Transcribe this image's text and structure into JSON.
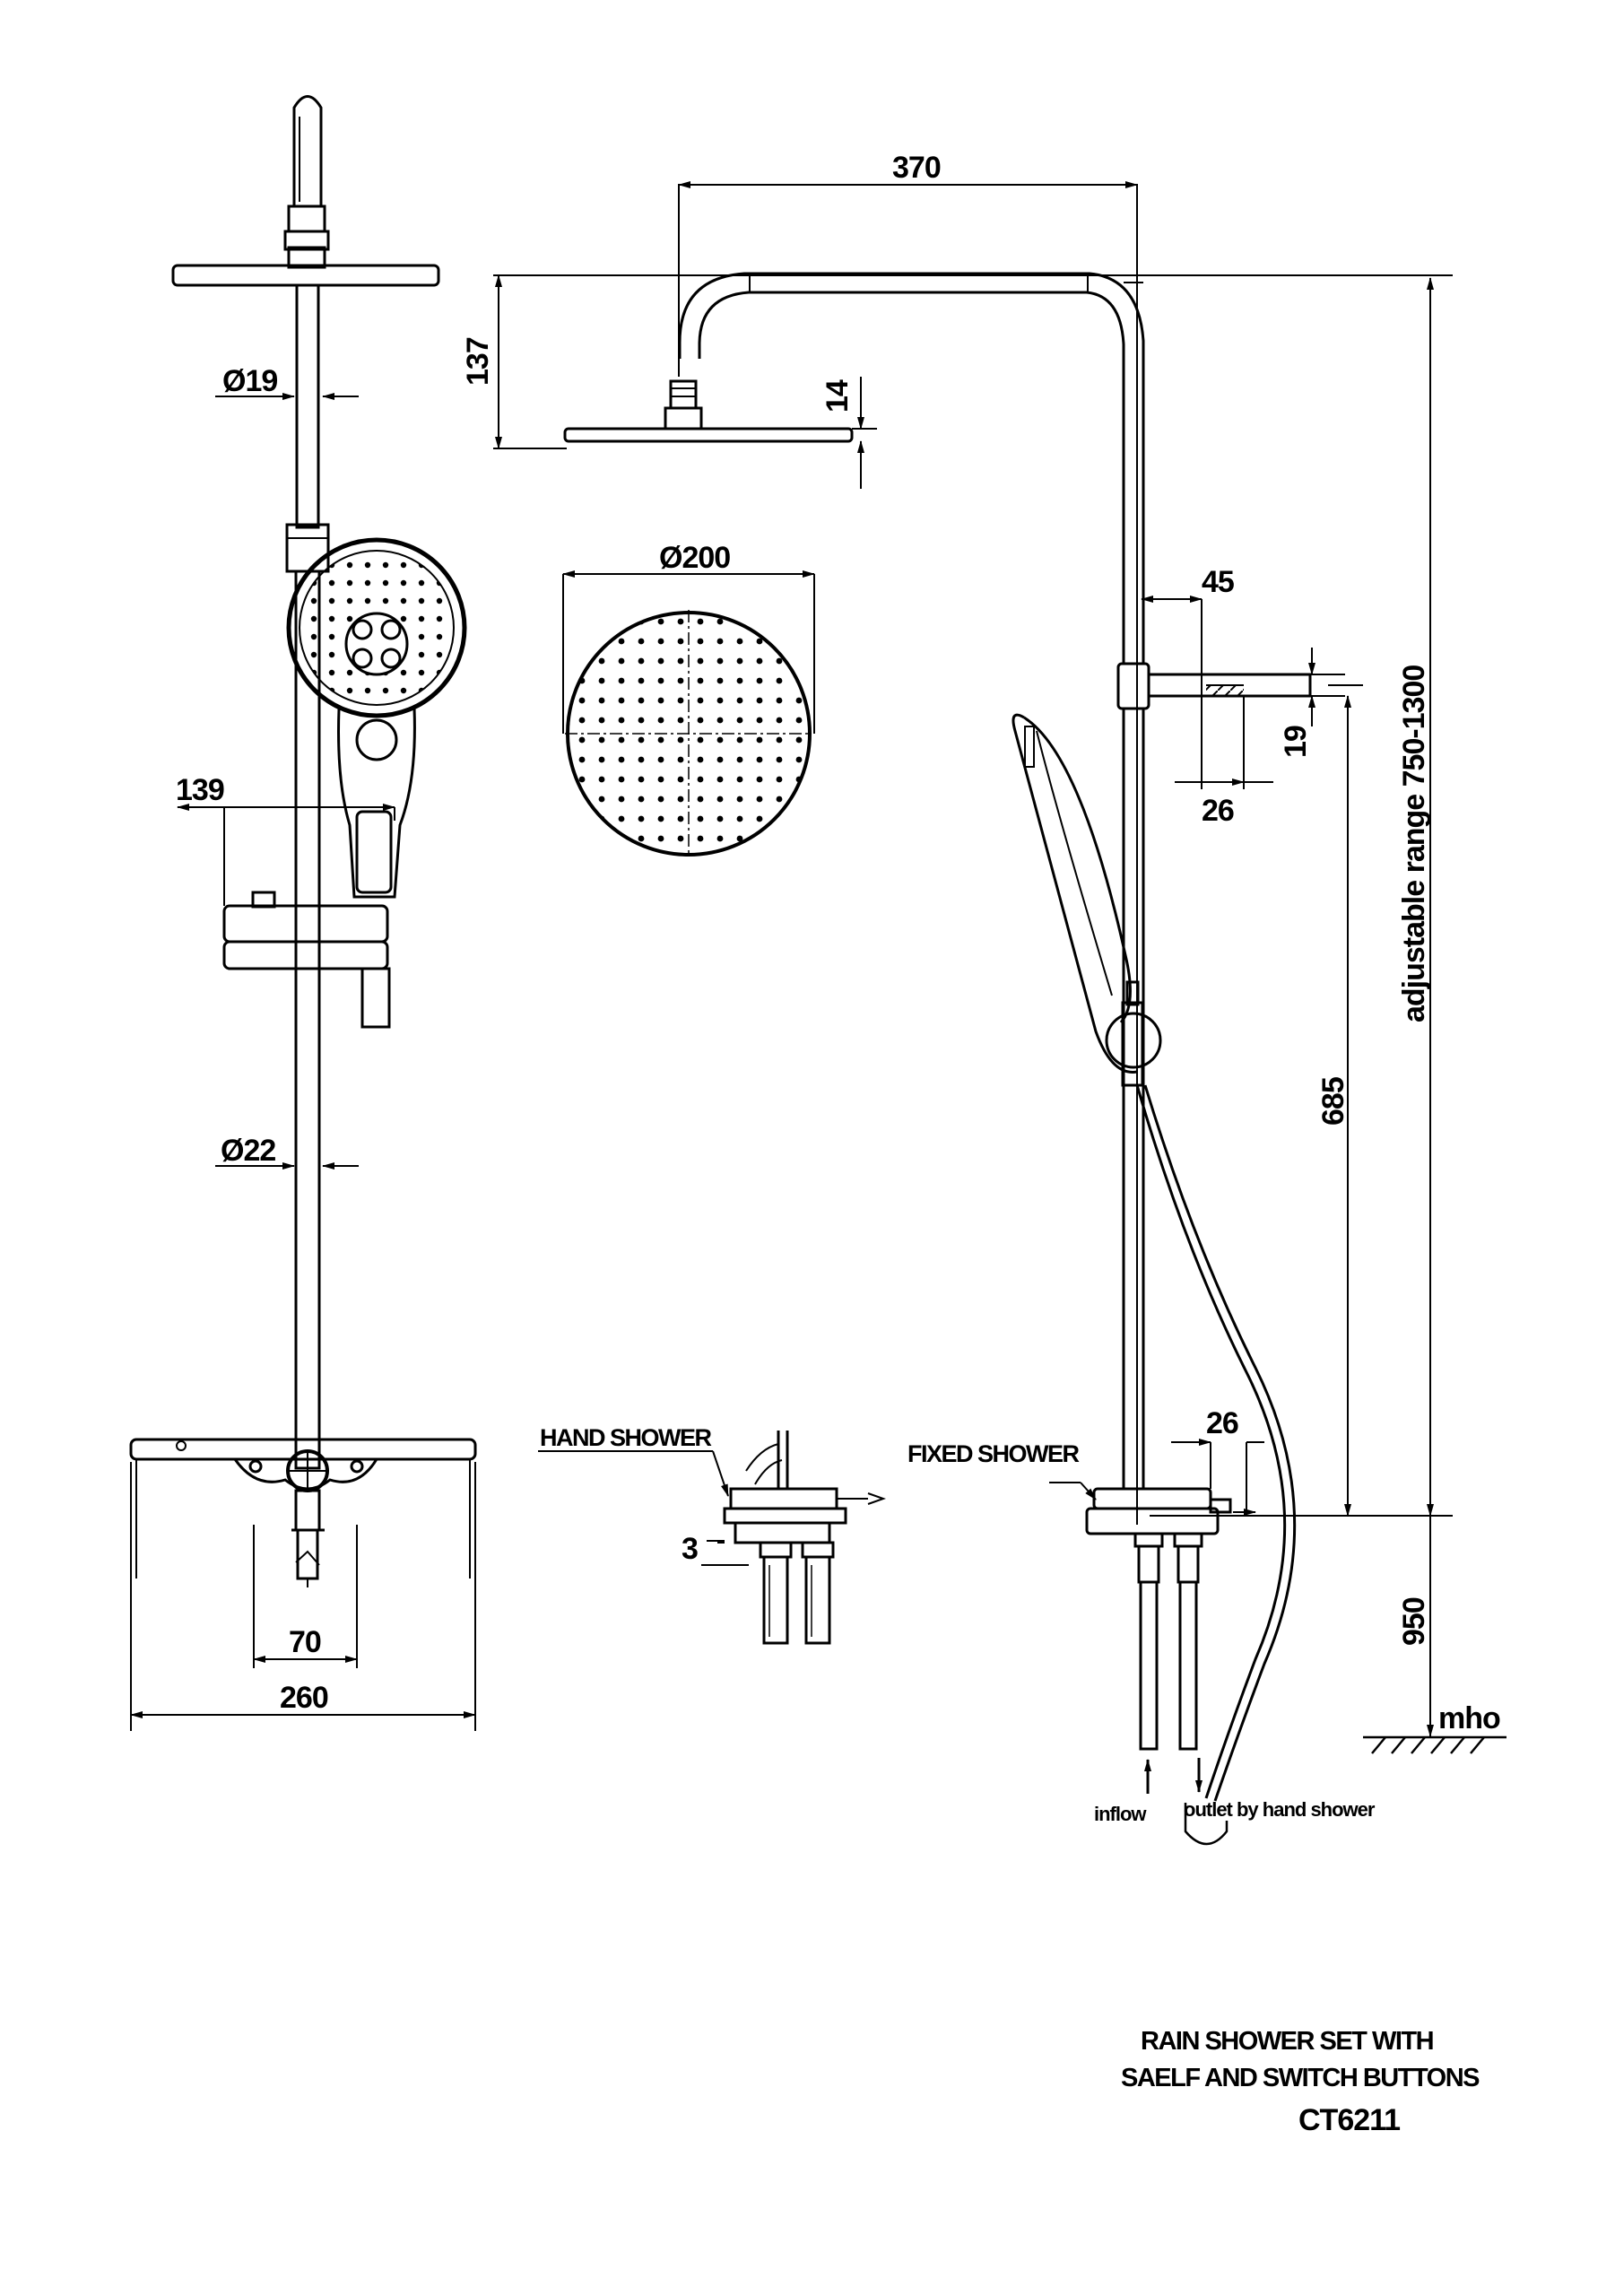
{
  "dimensions": {
    "rail_width": "370",
    "overhead_drop": "137",
    "head_thickness": "14",
    "head_diameter": "Ø200",
    "pipe_upper_diameter": "Ø19",
    "pipe_lower_diameter": "Ø22",
    "hand_shower_offset": "139",
    "inlet_spacing": "70",
    "shelf_width": "260",
    "holder_projection": "45",
    "holder_depth": "26",
    "holder_height": "19",
    "valve_projection": "26",
    "hand_shower_gap": "3",
    "slide_range": "685",
    "adjustable_range": "adjustable range 750-1300",
    "mount_height": "950"
  },
  "labels": {
    "hand_shower": "HAND SHOWER",
    "fixed_shower": "FIXED SHOWER",
    "inflow": "inflow",
    "outlet": "outlet by hand shower",
    "floor_ref": "mho"
  },
  "title_block": {
    "line1": "RAIN SHOWER SET WITH",
    "line2": "SAELF AND SWITCH BUTTONS",
    "model": "CT6211"
  }
}
